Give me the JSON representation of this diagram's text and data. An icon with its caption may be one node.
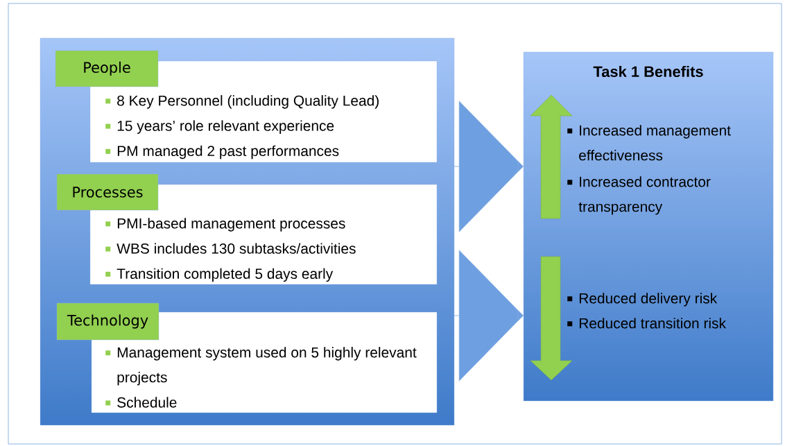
{
  "diagram": {
    "nodes": [
      {
        "text": [],
        "shape": "box"
      },
      {
        "text": [
          "People"
        ],
        "in": 0
      },
      {
        "text": [
          "8 Key Personnel (including Quality Lead)",
          "15 years’ role relevant experience",
          "PM  managed 2 past performances"
        ],
        "in": 0
      },
      {
        "text": [
          "Processes"
        ],
        "in": 0
      },
      {
        "text": [
          "PMI-based management processes",
          "WBS includes 130 subtasks/activities",
          "Transition completed 5 days early"
        ],
        "in": 0
      },
      {
        "text": [
          "Technology"
        ],
        "in": 0
      },
      {
        "text": [
          "Management system used on 5 highly relevant projects",
          "Schedule"
        ],
        "in": 0
      },
      {
        "text": [
          "Task 1 Benefits",
          "Increased management effectiveness",
          "Increased contractor transparency",
          "Reduced delivery risk",
          "Reduced transition risk"
        ]
      }
    ],
    "edges": [
      {
        "from": 0,
        "to": 7,
        "arrow": "to"
      },
      {
        "from": 0,
        "to": 7,
        "arrow": "to"
      }
    ]
  }
}
